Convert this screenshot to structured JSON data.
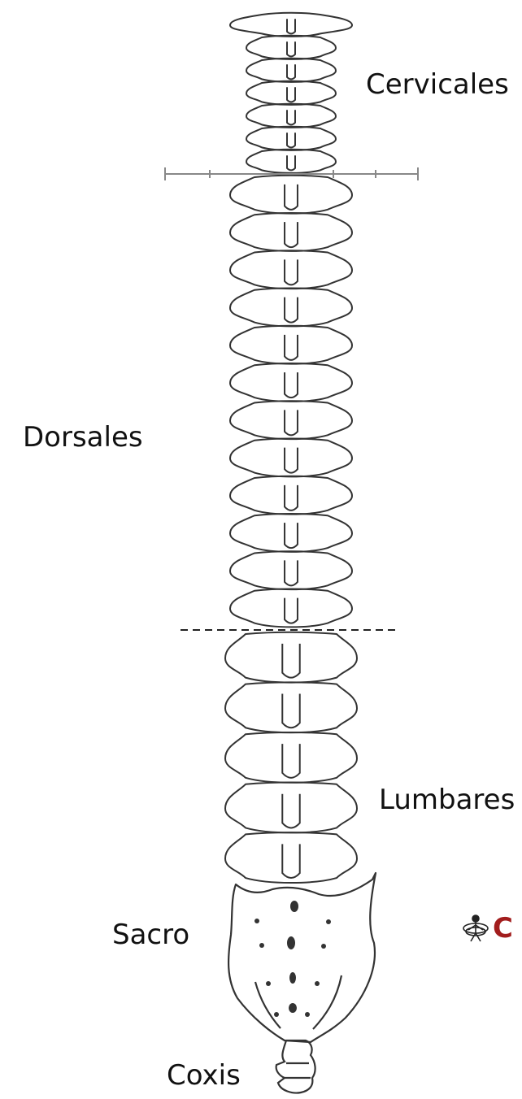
{
  "labels": {
    "cervicales": "Cervicales",
    "dorsales": "Dorsales",
    "lumbares": "Lumbares",
    "sacro": "Sacro",
    "coxis": "Coxis"
  },
  "logo": {
    "icon": "human-figure-swirl-icon",
    "letter": "C",
    "color": "#a21d1d"
  },
  "colors": {
    "ink": "#333333",
    "divider": "#222222",
    "cervical_marker": "#888888"
  },
  "vertebrae_counts": {
    "cervical": 7,
    "dorsal": 12,
    "lumbar": 5
  }
}
